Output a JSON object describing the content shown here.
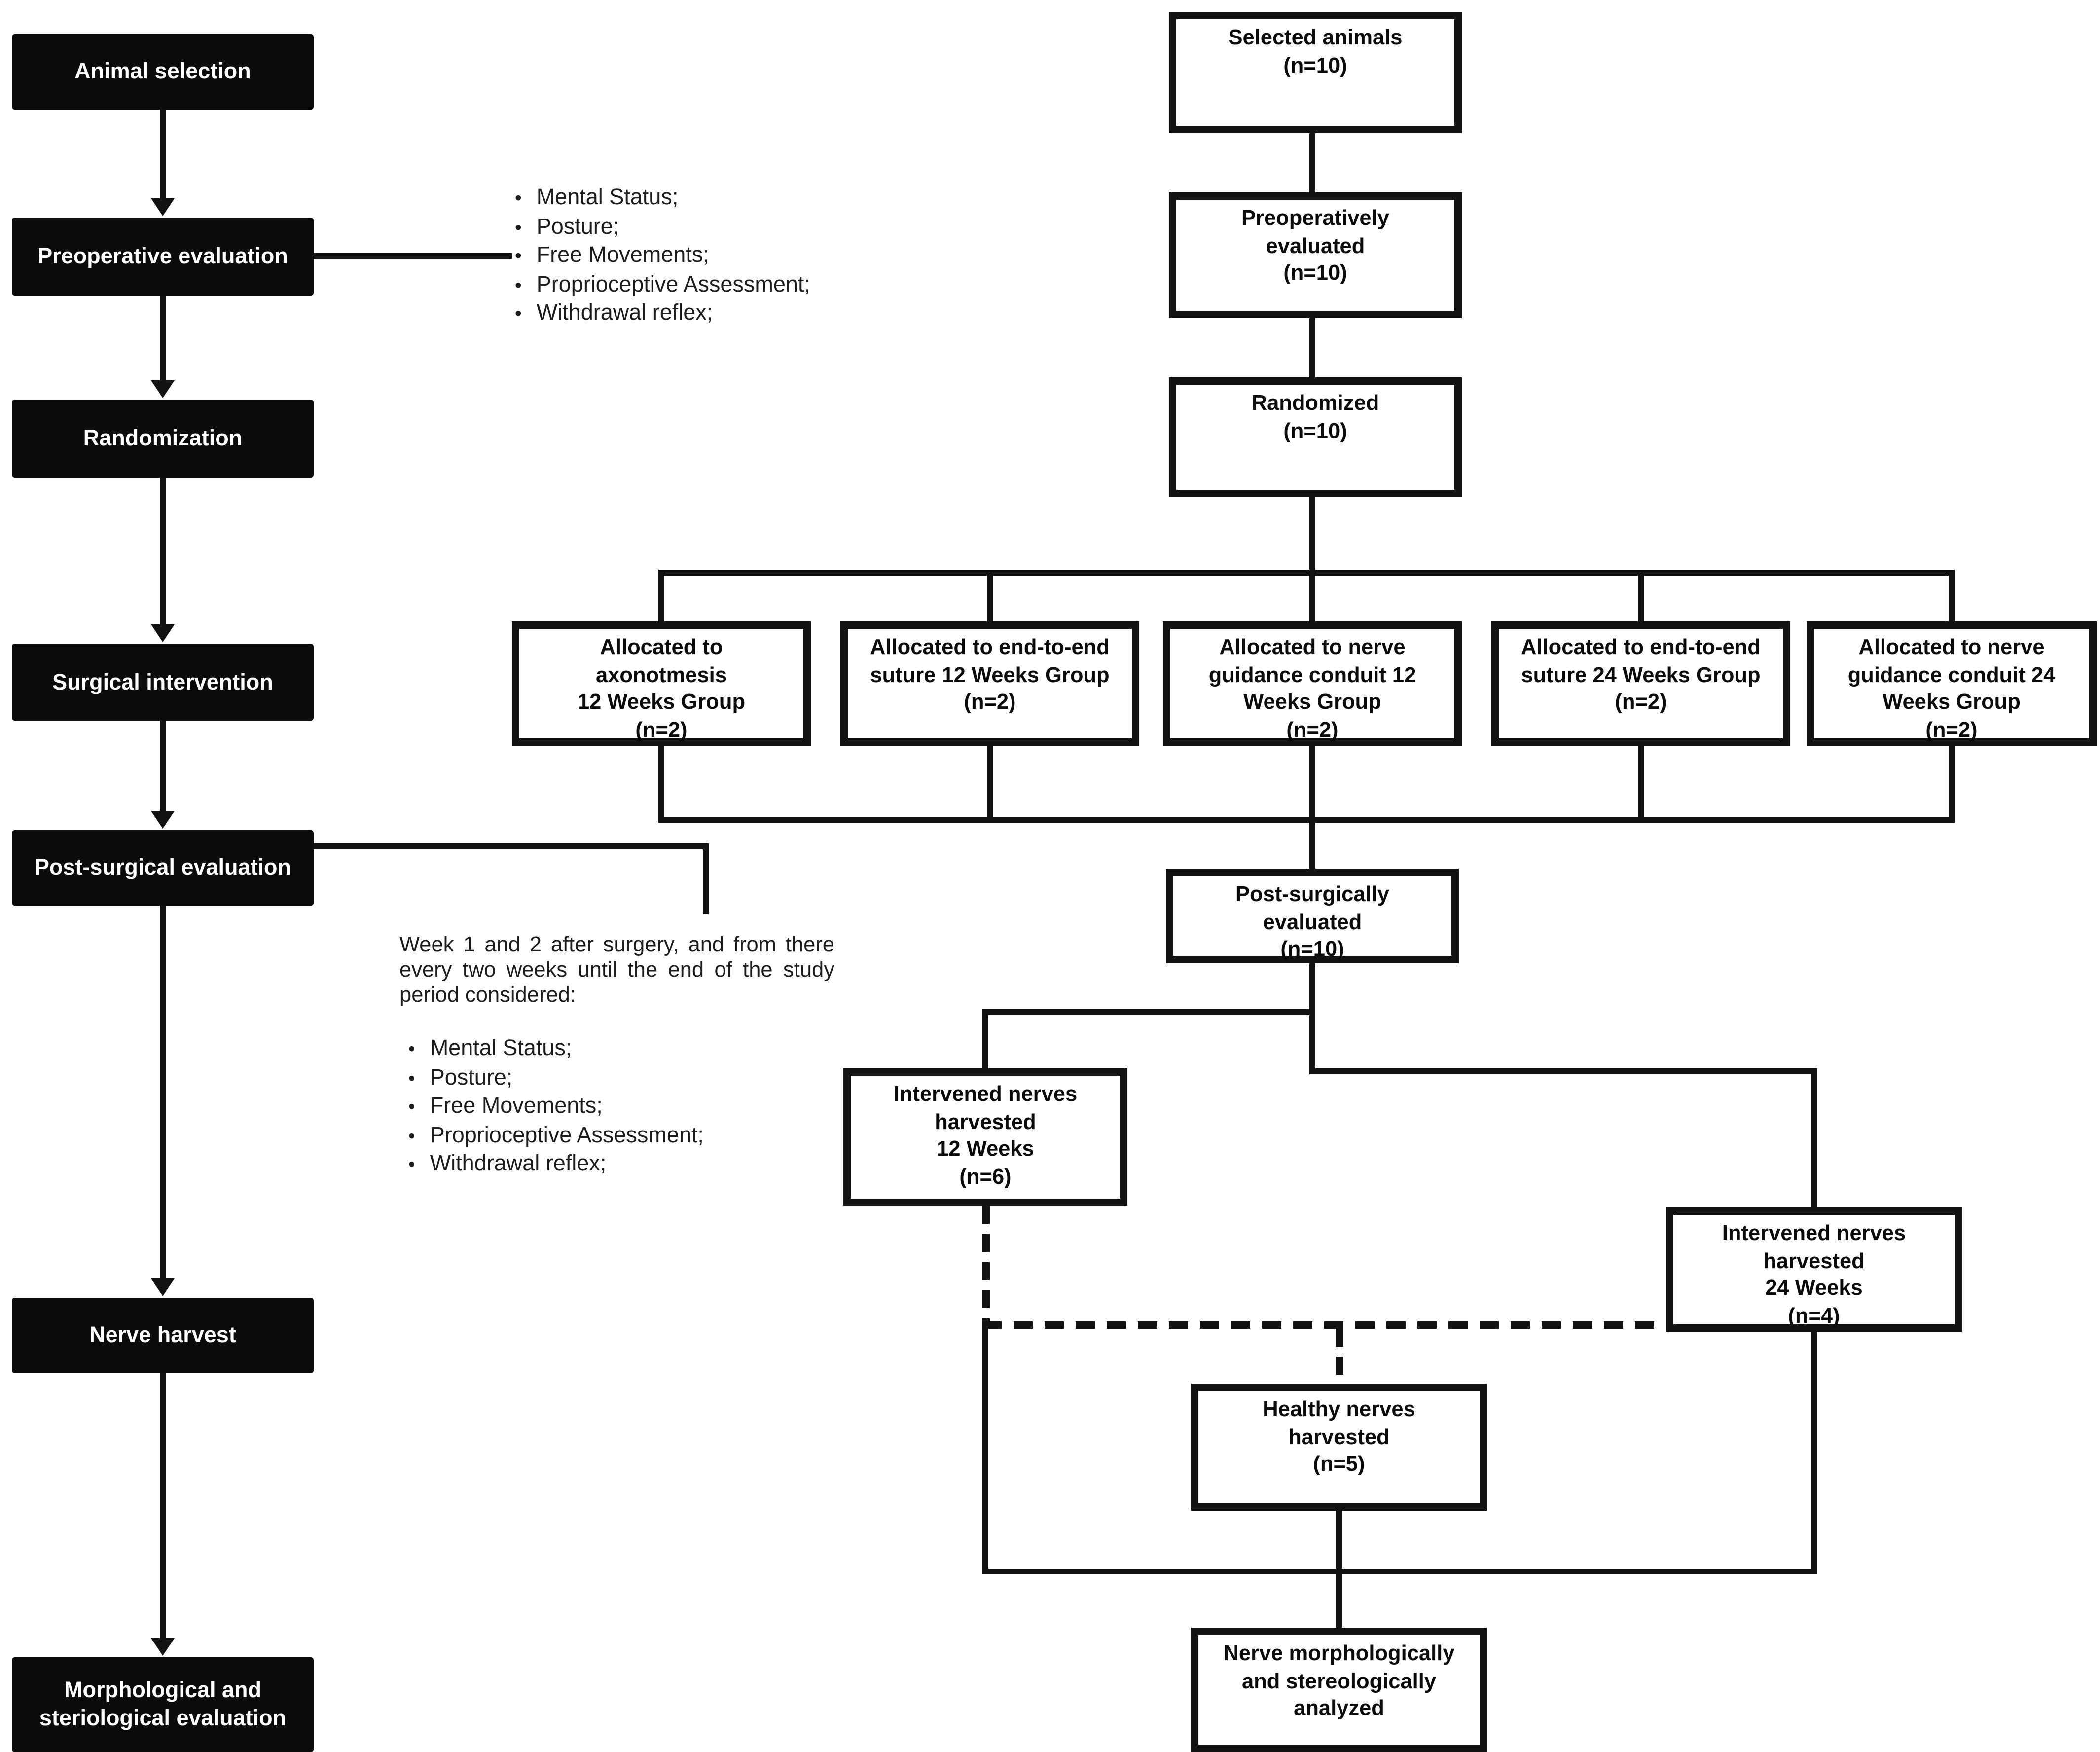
{
  "left_column": {
    "stages": [
      "Animal selection",
      "Preoperative evaluation",
      "Randomization",
      "Surgical intervention",
      "Post-surgical evaluation",
      "Nerve harvest",
      "Morphological and\nsteriological evaluation"
    ],
    "preoperative_criteria": [
      "Mental Status;",
      "Posture;",
      "Free Movements;",
      "Proprioceptive Assessment;",
      "Withdrawal reflex;"
    ],
    "post_surgical_note": "Week 1 and 2 after surgery, and from there every two weeks until the end of the study period considered:",
    "post_surgical_criteria": [
      "Mental Status;",
      "Posture;",
      "Free Movements;",
      "Proprioceptive Assessment;",
      "Withdrawal reflex;"
    ]
  },
  "flow": {
    "selected_animals": "Selected animals\n(n=10)",
    "preoperatively_evaluated": "Preoperatively\nevaluated\n(n=10)",
    "randomized": "Randomized\n(n=10)",
    "allocations": [
      "Allocated to\naxonotmesis\n12 Weeks Group\n(n=2)",
      "Allocated to end-to-end\nsuture 12 Weeks Group\n(n=2)",
      "Allocated to nerve\nguidance conduit 12\nWeeks Group\n(n=2)",
      "Allocated to end-to-end\nsuture 24 Weeks Group\n(n=2)",
      "Allocated to nerve\nguidance conduit 24\nWeeks Group\n(n=2)"
    ],
    "post_surgically_evaluated": "Post-surgically\nevaluated\n(n=10)",
    "harvested_12_weeks": "Intervened nerves\nharvested\n12 Weeks\n(n=6)",
    "harvested_24_weeks": "Intervened nerves\nharvested\n24 Weeks\n(n=4)",
    "healthy_harvested": "Healthy nerves\nharvested\n(n=5)",
    "analyzed": "Nerve morphologically\nand stereologically\nanalyzed"
  },
  "colors": {
    "stage_box_fill": "#0b0b0b",
    "stage_box_text": "#ffffff",
    "line": "#121212",
    "background": "#ffffff"
  }
}
